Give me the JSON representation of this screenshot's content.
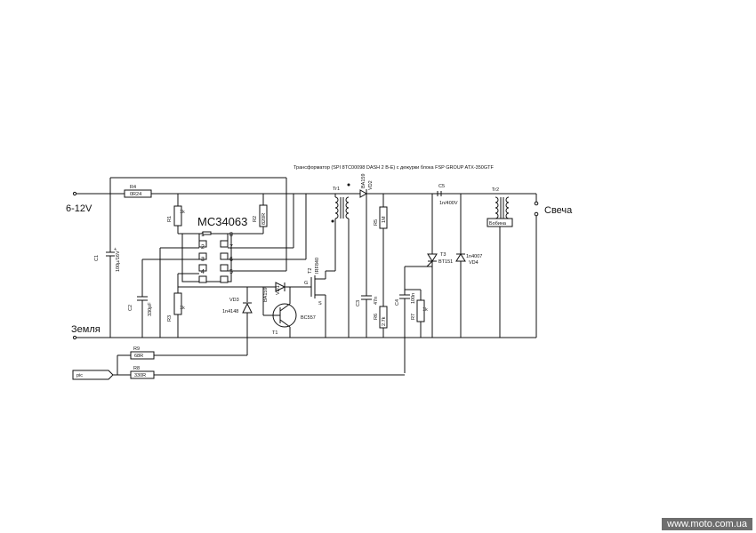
{
  "title_caption": "Трансформатор (SPI 8TC00098 DASH 2 В-Е) с дежурки блока FSP GROUP ATX-350GTF",
  "supply_label": "6-12V",
  "ground_label": "Земля",
  "spark_label": "Свеча",
  "input_label": "pic",
  "watermark": "www.moto.com.ua",
  "ic": {
    "name": "MC34063",
    "pins": [
      "1",
      "2",
      "3",
      "4",
      "8",
      "7",
      "6",
      "5"
    ]
  },
  "components": {
    "R4": {
      "ref": "R4",
      "value": "0R24"
    },
    "R1": {
      "ref": "R1",
      "value": "1k"
    },
    "R2": {
      "ref": "R2",
      "value": "820R"
    },
    "R3": {
      "ref": "R3",
      "value": "1k"
    },
    "R5": {
      "ref": "R5",
      "value": "1M"
    },
    "R6": {
      "ref": "R6",
      "value": "2.7k"
    },
    "R7": {
      "ref": "R7",
      "value": "1k"
    },
    "R8": {
      "ref": "R8",
      "value": "330R"
    },
    "R9": {
      "ref": "R9",
      "value": "68R"
    },
    "C1": {
      "ref": "C1",
      "value": "100µ/16V"
    },
    "C2": {
      "ref": "C2",
      "value": "330pF"
    },
    "C3": {
      "ref": "C3",
      "value": "47n"
    },
    "C4": {
      "ref": "C4",
      "value": "100n"
    },
    "C5": {
      "ref": "C5",
      "value": "1n/400V"
    },
    "VD1": {
      "ref": "VD1",
      "value": "BA159"
    },
    "VD2": {
      "ref": "VD2",
      "value": "BA159"
    },
    "VD3": {
      "ref": "VD3",
      "value": "1n4148"
    },
    "VD4": {
      "ref": "VD4",
      "value": "1n4007"
    },
    "T1": {
      "ref": "T1",
      "value": "BC557"
    },
    "T2": {
      "ref": "T2",
      "value": "IRF840"
    },
    "T3": {
      "ref": "T3",
      "value": "BT151"
    },
    "Tr1": {
      "ref": "Tr1"
    },
    "Tr2": {
      "ref": "Tr2",
      "value": "Бобина"
    }
  },
  "pin_labels": {
    "gate": "G",
    "source": "S"
  }
}
